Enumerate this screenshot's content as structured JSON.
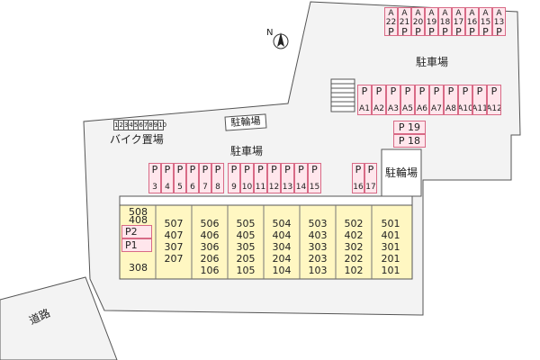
{
  "compass_letter": "N",
  "labels": {
    "parking_top": "駐車場",
    "parking_mid": "駐車場",
    "bicycle_1": "駐輪場",
    "bicycle_2": "駐輪場",
    "bike_parking": "バイク置場",
    "road": "道路"
  },
  "bike_numbers": [
    "1",
    "2",
    "3",
    "4",
    "5",
    "6",
    "7",
    "8",
    "9",
    "10"
  ],
  "top_row": {
    "letter": "A",
    "p": "P",
    "numbers": [
      "22",
      "21",
      "20",
      "19",
      "18",
      "17",
      "16",
      "15",
      "13"
    ]
  },
  "mid_row": {
    "p": "P",
    "labels": [
      "A1",
      "A2",
      "A3",
      "A5",
      "A6",
      "A7",
      "A8",
      "A10",
      "A11",
      "A12"
    ]
  },
  "side_slots": [
    "P 19",
    "P 18"
  ],
  "lower_row": {
    "p": "P",
    "numbers": [
      "3",
      "4",
      "5",
      "6",
      "7",
      "8",
      "9",
      "10",
      "11",
      "12",
      "13",
      "14",
      "15"
    ],
    "right_numbers": [
      "16",
      "17"
    ]
  },
  "building": {
    "left_top": [
      "508",
      "408"
    ],
    "left_slots": [
      "P2",
      "P1"
    ],
    "left_bottom": "308",
    "units": [
      [
        "507",
        "407",
        "307",
        "207"
      ],
      [
        "506",
        "406",
        "306",
        "206",
        "106"
      ],
      [
        "505",
        "405",
        "305",
        "205",
        "105"
      ],
      [
        "504",
        "404",
        "304",
        "204",
        "104"
      ],
      [
        "503",
        "403",
        "303",
        "203",
        "103"
      ],
      [
        "502",
        "402",
        "302",
        "202",
        "102"
      ],
      [
        "501",
        "401",
        "301",
        "201",
        "101"
      ]
    ]
  },
  "colors": {
    "slot_fill": "#ffe6ec",
    "slot_border": "#d86a86",
    "building_fill": "#fff7c2",
    "lot_fill": "#f2f2f2"
  }
}
